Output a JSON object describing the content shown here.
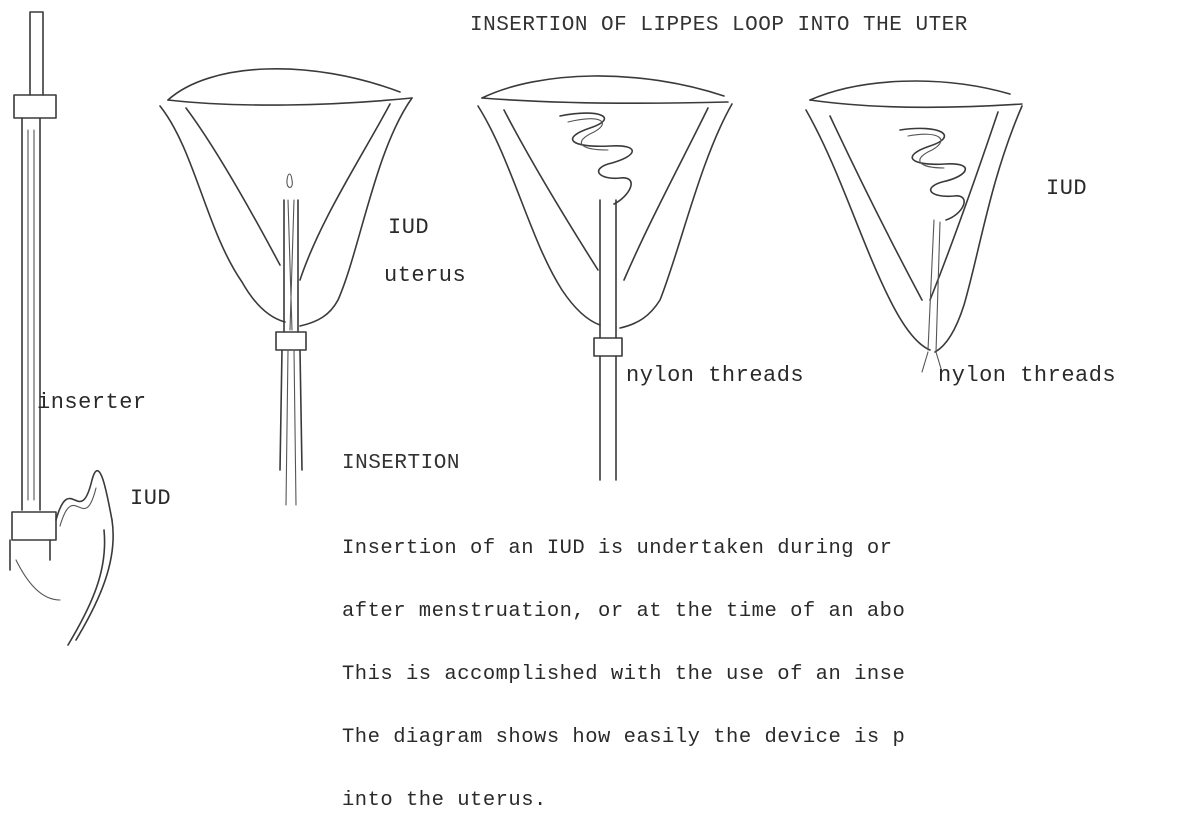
{
  "title": "INSERTION OF LIPPES LOOP INTO THE UTER",
  "labels": {
    "inserter": "inserter",
    "iud_left": "IUD",
    "iud_diagram1": "IUD",
    "uterus": "uterus",
    "nylon_threads_1": "nylon threads",
    "nylon_threads_2": "nylon threads",
    "iud_diagram3": "IUD"
  },
  "section": {
    "heading": "INSERTION",
    "lines": [
      "Insertion of an IUD is undertaken during or",
      "after menstruation, or at the time of an abo",
      "This is accomplished with the use of an inse",
      "The diagram shows how easily the device is p",
      "into the uterus."
    ]
  }
}
